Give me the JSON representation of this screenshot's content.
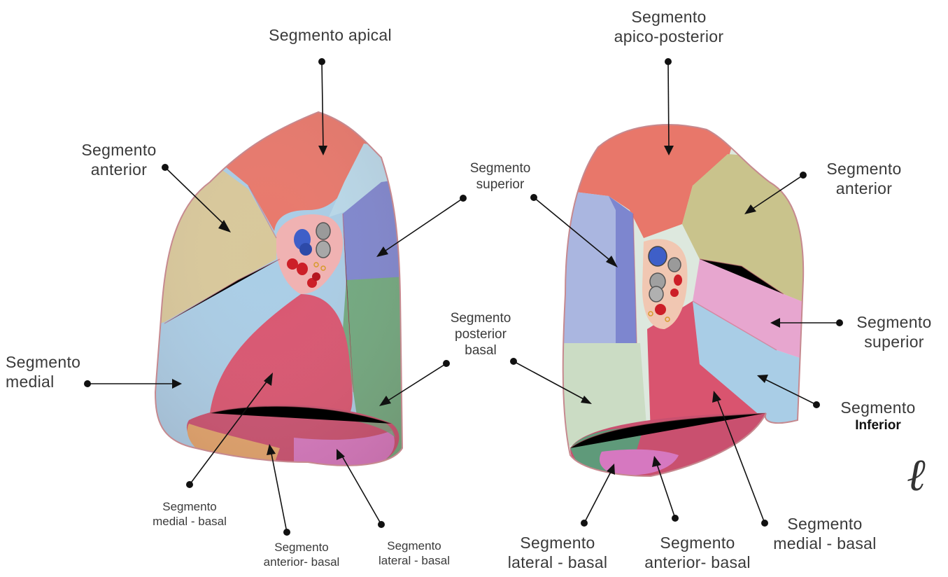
{
  "labels": {
    "apical": [
      "Segmento apical"
    ],
    "anterior_left": [
      "Segmento",
      "anterior"
    ],
    "medial_left": [
      "Segmento",
      "medial"
    ],
    "superior_left": [
      "Segmento",
      "superior"
    ],
    "posterior_basal_left": [
      "Segmento",
      "posterior",
      "basal"
    ],
    "medial_basal_left": [
      "Segmento",
      "medial - basal"
    ],
    "anterior_basal_left": [
      "Segmento",
      "anterior- basal"
    ],
    "lateral_basal_left": [
      "Segmento",
      "lateral - basal"
    ],
    "apico_posterior": [
      "Segmento",
      "apico-posterior"
    ],
    "anterior_right": [
      "Segmento",
      "anterior"
    ],
    "superior_right": [
      "Segmento",
      "superior"
    ],
    "inferior_right": [
      "Segmento",
      "Inferior"
    ],
    "medial_basal_right": [
      "Segmento",
      "medial - basal"
    ],
    "anterior_basal_right": [
      "Segmento",
      "anterior- basal"
    ],
    "lateral_basal_right": [
      "Segmento",
      "lateral - basal"
    ]
  },
  "colors": {
    "apical": "#e8776a",
    "anterior": "#d8c89a",
    "medial": "#a9cde6",
    "superior": "#7d86cf",
    "green_basal": "#6fa97e",
    "medial_basal": "#d9546f",
    "anterior_basal": "#e2a46a",
    "lateral_basal": "#c24f8f",
    "magenta": "#d678c0",
    "pink_band": "#e7a6cf",
    "vein_blue": "#3e5fc8",
    "artery_red": "#cc1f28",
    "bronchus_gray": "#9a9a9a"
  },
  "signature_glyph": "ℓ"
}
